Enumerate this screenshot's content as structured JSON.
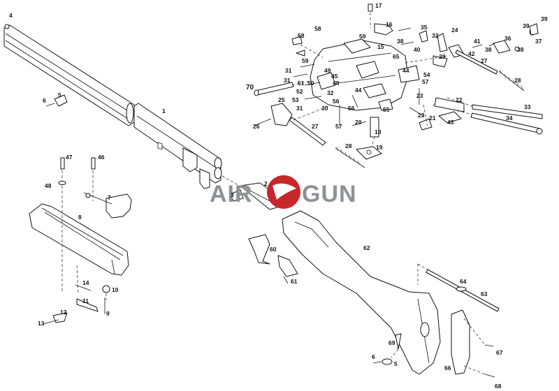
{
  "watermark": {
    "left": "AIR",
    "right": "GUN",
    "color": "#c7262b"
  },
  "parts": {
    "p1": "1",
    "p2": "2",
    "p3": "3",
    "p4": "4",
    "p5": "5",
    "p6": "6",
    "p7": "7",
    "p8": "8",
    "p9": "9",
    "p10": "10",
    "p11": "11",
    "p12": "12",
    "p13": "13",
    "p14": "14",
    "p15": "15",
    "p16": "16",
    "p17": "17",
    "p18": "18",
    "p19": "19",
    "p20": "20",
    "p21": "21",
    "p22": "22",
    "p23": "23",
    "p24": "24",
    "p25": "25",
    "p26": "26",
    "p27": "27",
    "p28": "28",
    "p29": "29",
    "p30": "30",
    "p31": "31",
    "p32": "32",
    "p33": "33",
    "p34": "34",
    "p35": "35",
    "p36": "36",
    "p37": "37",
    "p38": "38",
    "p39": "39",
    "p40": "40",
    "p41": "41",
    "p42": "42",
    "p43": "43",
    "p44": "44",
    "p45": "45",
    "p46": "46",
    "p47": "47",
    "p48": "48",
    "p49": "49",
    "p50": "50",
    "p51": "51",
    "p52": "52",
    "p53": "53",
    "p54": "54",
    "p55": "55",
    "p56": "56",
    "p57": "57",
    "p58": "58",
    "p59": "59",
    "p60": "60",
    "p61": "61",
    "p62": "62",
    "p63": "63",
    "p64": "64",
    "p65": "65",
    "p66": "66",
    "p67": "67",
    "p68": "68",
    "p69": "69",
    "p70": "70"
  }
}
